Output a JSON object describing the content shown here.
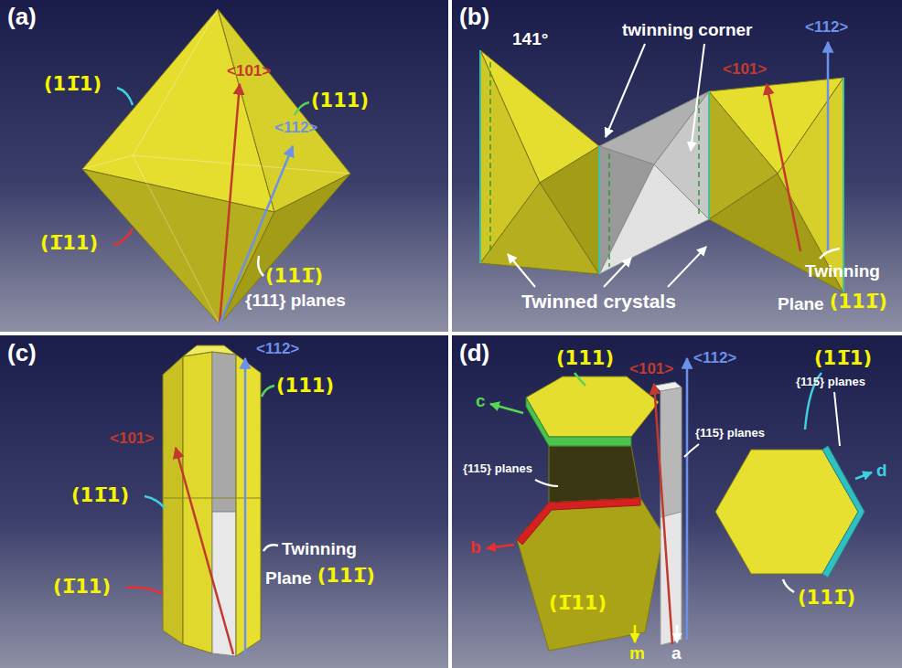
{
  "diagram": {
    "labels": [
      "(a)",
      "(11̅1)",
      "<101>",
      "(111)",
      "<112>",
      "(1̅11)",
      "(111̅)",
      "{111} planes",
      "(b)",
      "141°",
      "twinning corner",
      "<112>",
      "<101>",
      "Twinned crystals",
      "Twinning",
      "Plane",
      "(111̅)",
      "(c)",
      "<112>",
      "(111)",
      "<101>",
      "(11̅1)",
      "(1̅11)",
      "Twinning",
      "Plane",
      "(111̅)",
      "(d)",
      "(111)",
      "<112>",
      "(11̅1)",
      "{115} planes",
      "c",
      "<101>",
      "{115} planes",
      "{115} planes",
      "d",
      "b",
      "(1̅11)",
      "m",
      "a",
      "(111̅)"
    ]
  }
}
